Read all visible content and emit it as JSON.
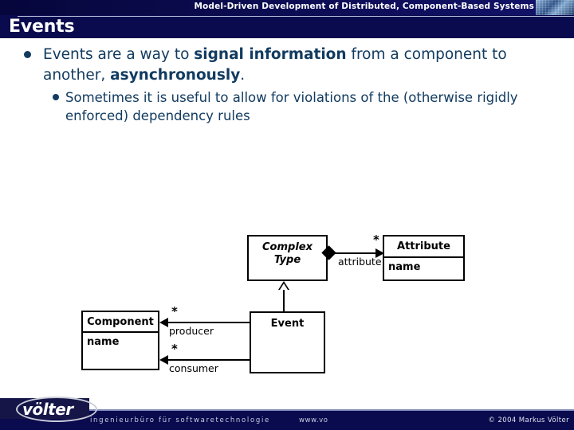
{
  "header": {
    "subtitle": "Model-Driven Development of Distributed, Component-Based Systems",
    "title": "Events",
    "thumbnail_name": "building-photo-thumbnail"
  },
  "content": {
    "bullets": [
      {
        "level": 1,
        "segments": [
          {
            "text": "Events are a way to ",
            "bold": false
          },
          {
            "text": "signal information",
            "bold": true
          },
          {
            "text": " from a component to another, ",
            "bold": false
          },
          {
            "text": "asynchronously",
            "bold": true
          },
          {
            "text": ".",
            "bold": false
          }
        ]
      },
      {
        "level": 2,
        "segments": [
          {
            "text": "Sometimes it is useful to allow for violations of the (otherwise rigidly enforced) dependency rules",
            "bold": false
          }
        ]
      }
    ]
  },
  "diagram": {
    "type": "uml-class-diagram",
    "classes": [
      {
        "id": "complex-type",
        "name": "Complex Type",
        "abstract": true,
        "attributes": []
      },
      {
        "id": "attribute",
        "name": "Attribute",
        "abstract": false,
        "attributes": [
          "name"
        ]
      },
      {
        "id": "component",
        "name": "Component",
        "abstract": false,
        "attributes": [
          "name"
        ]
      },
      {
        "id": "event",
        "name": "Event",
        "abstract": false,
        "attributes": []
      }
    ],
    "relations": [
      {
        "kind": "composition",
        "from": "complex-type",
        "to": "attribute",
        "role": "attribute",
        "multiplicity": "*"
      },
      {
        "kind": "generalization",
        "from": "event",
        "to": "complex-type"
      },
      {
        "kind": "association",
        "from": "event",
        "to": "component",
        "role": "producer",
        "multiplicity": "*"
      },
      {
        "kind": "association",
        "from": "event",
        "to": "component",
        "role": "consumer",
        "multiplicity": "*"
      }
    ],
    "labels": {
      "attribute_role": "attribute",
      "producer_role": "producer",
      "consumer_role": "consumer",
      "star": "*"
    }
  },
  "footer": {
    "logo_text": "völter",
    "tagline": "ingenieurbüro für softwaretechnologie",
    "url": "www.vo",
    "copyright": "© 2004  Markus Völter"
  },
  "colors": {
    "header_bg": "#0a0a4e",
    "text_navy": "#123b60",
    "footer_bg": "#0a0a4e",
    "diagram_stroke": "#000000"
  }
}
